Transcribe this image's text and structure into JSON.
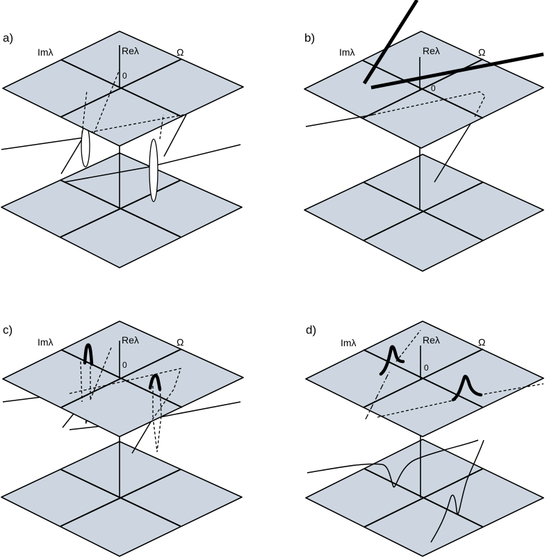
{
  "panels": [
    {
      "id": "a",
      "label": "a)",
      "im_axis": "Imλ",
      "re_axis": "Reλ",
      "omega_axis": "Ω",
      "origin": "0"
    },
    {
      "id": "b",
      "label": "b)",
      "im_axis": "Imλ",
      "re_axis": "Reλ",
      "omega_axis": "Ω",
      "origin": "0"
    },
    {
      "id": "c",
      "label": "c)",
      "im_axis": "Imλ",
      "re_axis": "Reλ",
      "omega_axis": "Ω",
      "origin": "0"
    },
    {
      "id": "d",
      "label": "d)",
      "im_axis": "Imλ",
      "re_axis": "Reλ",
      "omega_axis": "Ω",
      "origin": "0"
    }
  ],
  "colors": {
    "plane_fill": "#cdd6e0",
    "line": "#000000",
    "background": "#ffffff"
  }
}
